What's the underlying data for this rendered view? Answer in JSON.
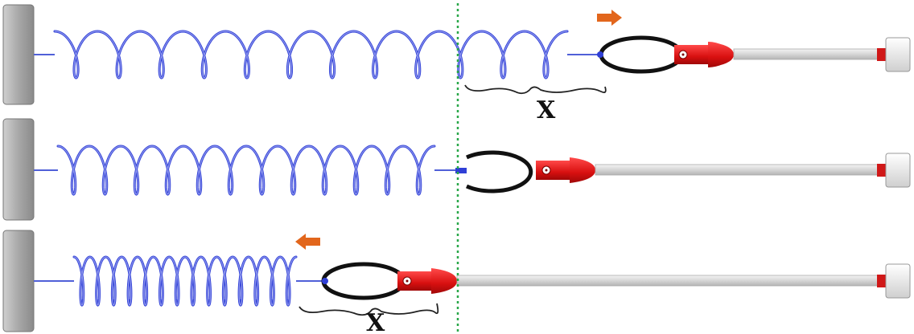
{
  "panels": [
    {
      "id": "stretched",
      "displacement_label": "X",
      "arrow_direction": "right"
    },
    {
      "id": "equilibrium",
      "displacement_label": "",
      "arrow_direction": "none"
    },
    {
      "id": "compressed",
      "displacement_label": "X",
      "arrow_direction": "left"
    }
  ],
  "colors": {
    "spring": "#2f3fd6",
    "spring_light": "#8f98ee",
    "wall": "#9a9a9a",
    "equilibrium_line": "#2aa84a",
    "arrow": "#e2661c",
    "clamp": "#e01818",
    "rod": "#dedede"
  }
}
